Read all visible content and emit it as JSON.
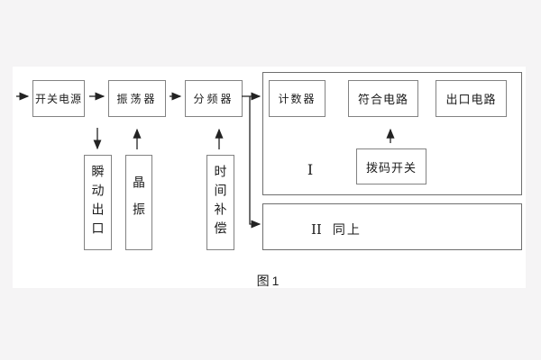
{
  "figure": {
    "caption": "图1",
    "blocks": {
      "power": "开关电源",
      "oscillator": "振荡器",
      "freq_divider": "分频器",
      "counter": "计数器",
      "coincidence_circuit": "符合电路",
      "outlet_circuit": "出口电路",
      "dip_switch": "拨码开关",
      "instant_outlet": "瞬动出口",
      "crystal_osc": "晶振",
      "time_compensation": "时间补偿"
    },
    "groups": {
      "group1_numeral": "I",
      "group2_numeral": "II",
      "group2_text": "同上"
    },
    "connections": [
      "input → 开关电源",
      "开关电源 → 振荡器",
      "振荡器 → 分频器",
      "分频器 → 组Ⅰ",
      "分频器 → 组Ⅱ",
      "开关电源 ↓ 瞬动出口",
      "晶振 ↑ 振荡器",
      "时间补偿 ↑ 分频器",
      "拨码开关 ↑ 符合电路"
    ],
    "colors": {
      "background": "#f5f4f5",
      "panel": "#ffffff",
      "box_border": "#828282",
      "arrow": "#232323",
      "text": "#1c1c1c"
    }
  }
}
